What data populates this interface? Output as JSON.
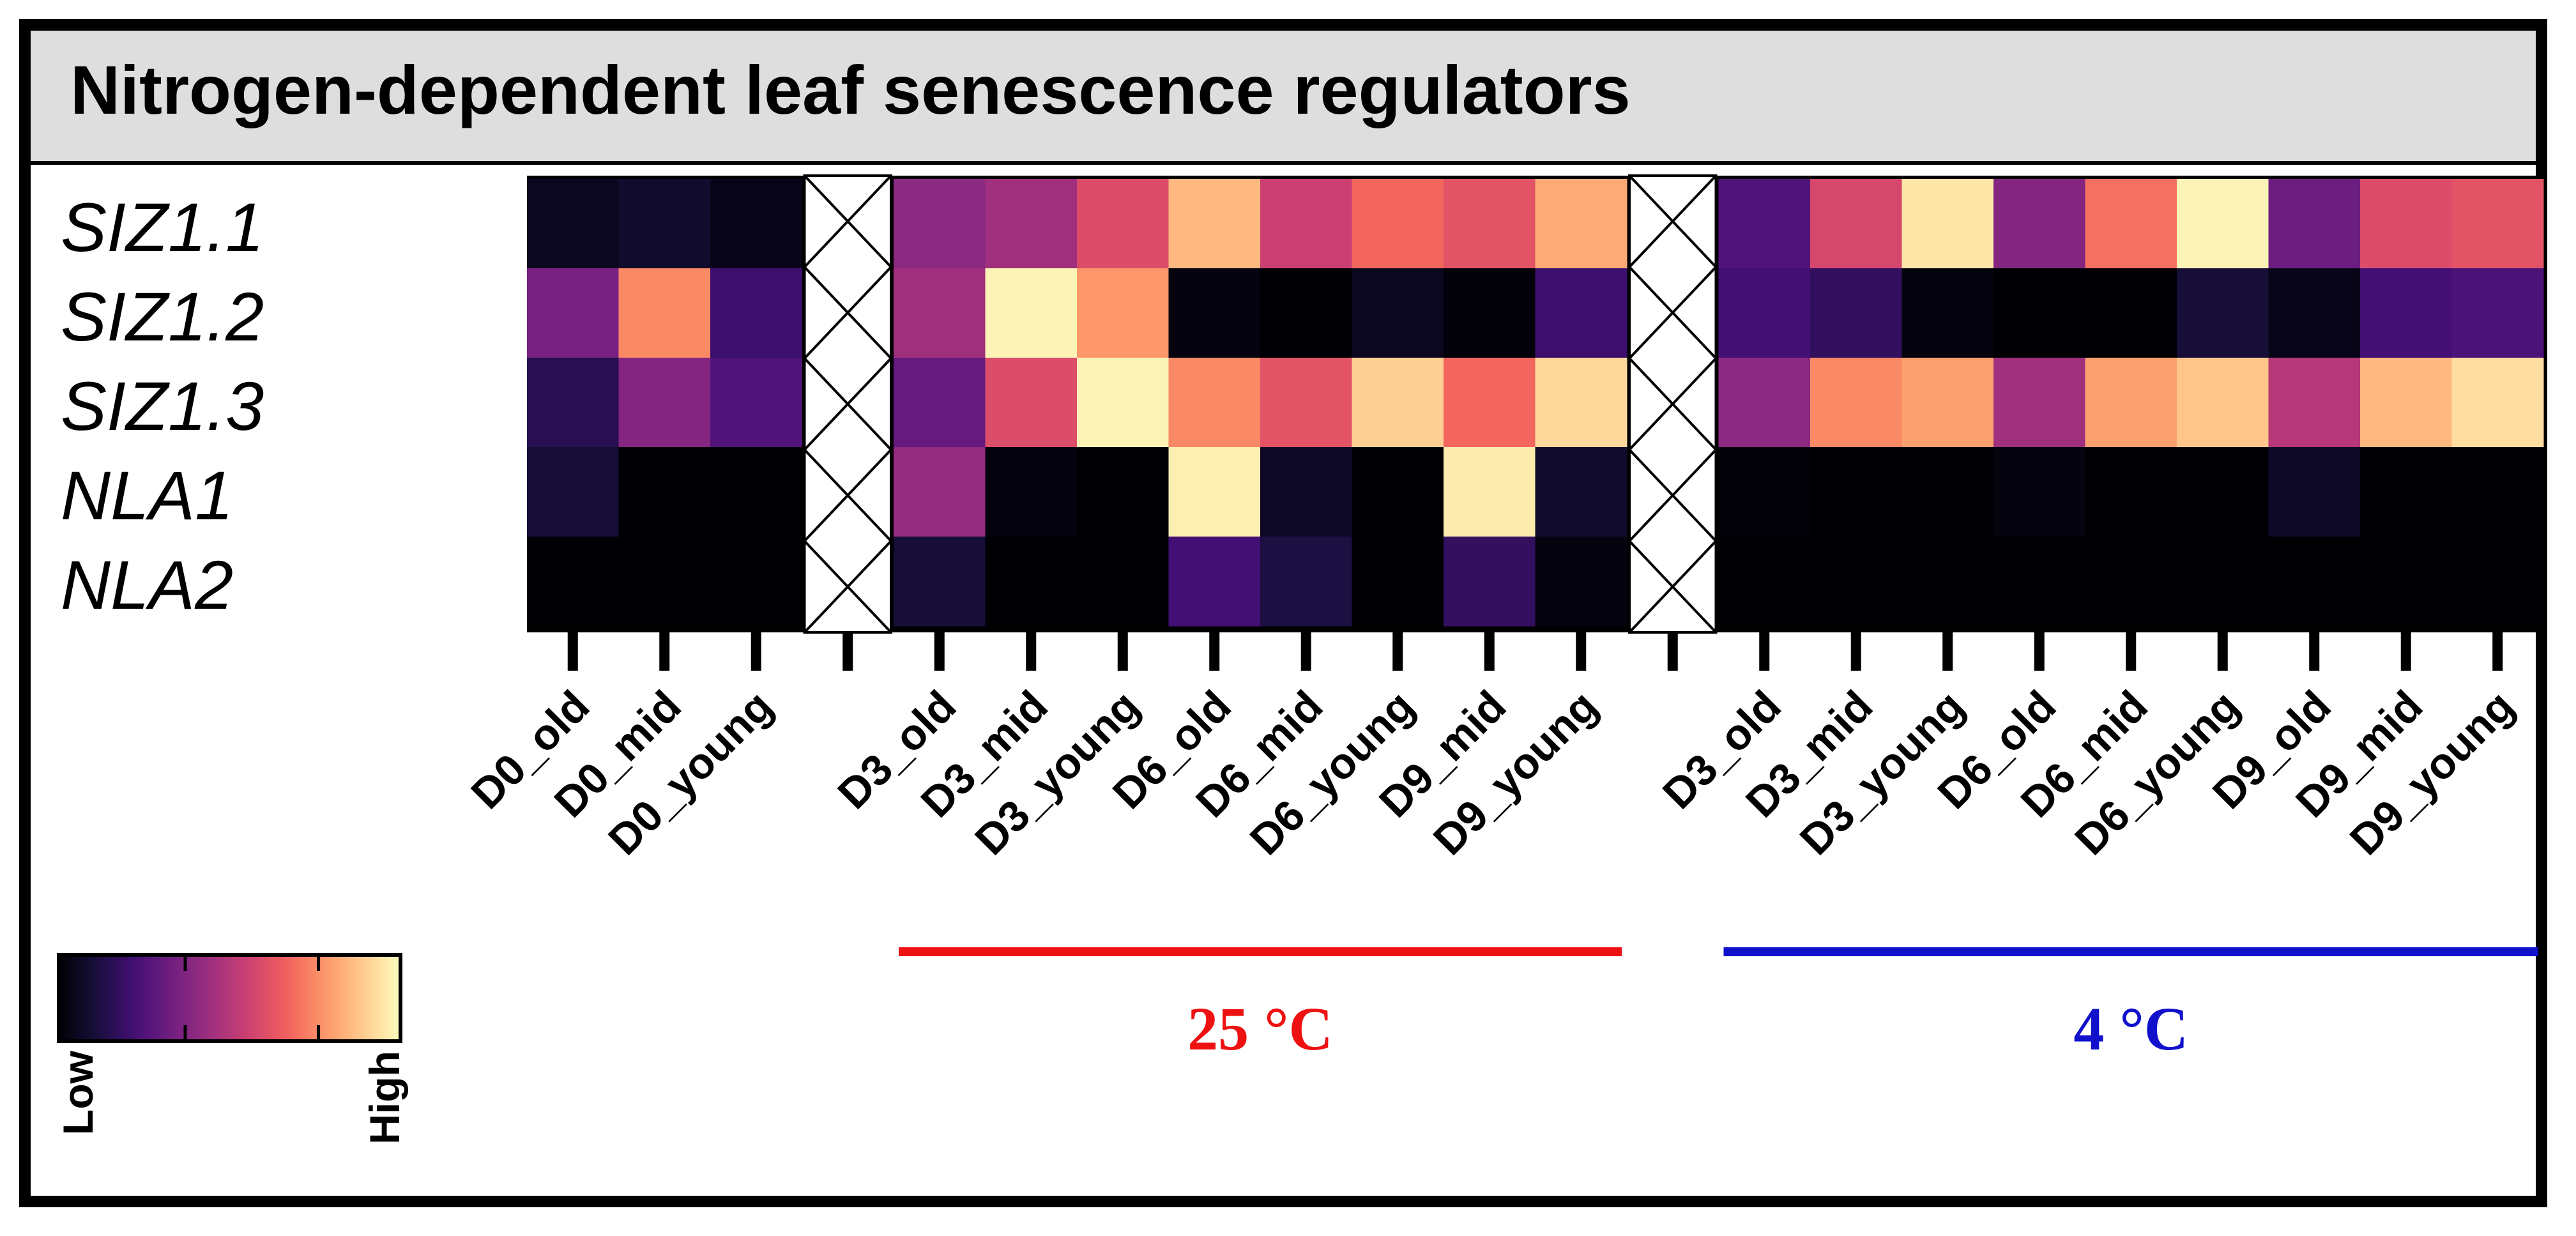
{
  "chart_data": {
    "type": "heatmap",
    "title": "Nitrogen-dependent leaf senescence regulators",
    "rows": [
      "SIZ1.1",
      "SIZ1.2",
      "SIZ1.3",
      "NLA1",
      "NLA2"
    ],
    "columns": [
      "D0_old",
      "D0_mid",
      "D0_young",
      "",
      "D3_old",
      "D3_mid",
      "D3_young",
      "D6_old",
      "D6_mid",
      "D6_young",
      "D9_mid",
      "D9_young",
      "",
      "D3_old",
      "D3_mid",
      "D3_young",
      "D6_old",
      "D6_mid",
      "D6_young",
      "D9_old",
      "D9_mid",
      "D9_young"
    ],
    "missing_columns": [
      3,
      12
    ],
    "values": [
      [
        0.05,
        0.08,
        0.04,
        null,
        0.4,
        0.45,
        0.6,
        0.85,
        0.55,
        0.68,
        0.62,
        0.82,
        null,
        0.25,
        0.58,
        0.95,
        0.38,
        0.7,
        0.98,
        0.32,
        0.6,
        0.62
      ],
      [
        0.35,
        0.75,
        0.2,
        null,
        0.45,
        0.98,
        0.78,
        0.02,
        0.0,
        0.05,
        0.01,
        0.2,
        null,
        0.22,
        0.18,
        0.02,
        0.0,
        0.0,
        0.1,
        0.04,
        0.22,
        0.24
      ],
      [
        0.15,
        0.38,
        0.25,
        null,
        0.3,
        0.6,
        0.98,
        0.75,
        0.62,
        0.9,
        0.68,
        0.92,
        null,
        0.4,
        0.75,
        0.8,
        0.45,
        0.8,
        0.88,
        0.5,
        0.85,
        0.93
      ],
      [
        0.1,
        0.0,
        0.0,
        null,
        0.42,
        0.02,
        0.0,
        0.97,
        0.07,
        0.0,
        0.96,
        0.08,
        null,
        0.01,
        0.0,
        0.0,
        0.02,
        0.0,
        0.0,
        0.07,
        0.0,
        0.0
      ],
      [
        0.0,
        0.0,
        0.0,
        null,
        0.1,
        0.0,
        0.0,
        0.22,
        0.12,
        0.0,
        0.18,
        0.02,
        null,
        0.0,
        0.0,
        0.0,
        0.0,
        0.0,
        0.0,
        0.0,
        0.0,
        0.0
      ]
    ],
    "groups": [
      {
        "label": "25 °C",
        "first_col": 4,
        "last_col": 11,
        "color": "#ee1111"
      },
      {
        "label": "4 °C",
        "first_col": 13,
        "last_col": 21,
        "color": "#1111cc"
      }
    ],
    "colorbar": {
      "low": "Low",
      "high": "High",
      "colormap": "magma"
    },
    "colors": {
      "grid": "#000000",
      "title_bg": "#dedede",
      "stops": [
        "#000004",
        "#180f3d",
        "#440f76",
        "#721f81",
        "#9e2f7f",
        "#cd4071",
        "#f1605d",
        "#fd9668",
        "#feca8d",
        "#fcfdbf"
      ]
    }
  }
}
